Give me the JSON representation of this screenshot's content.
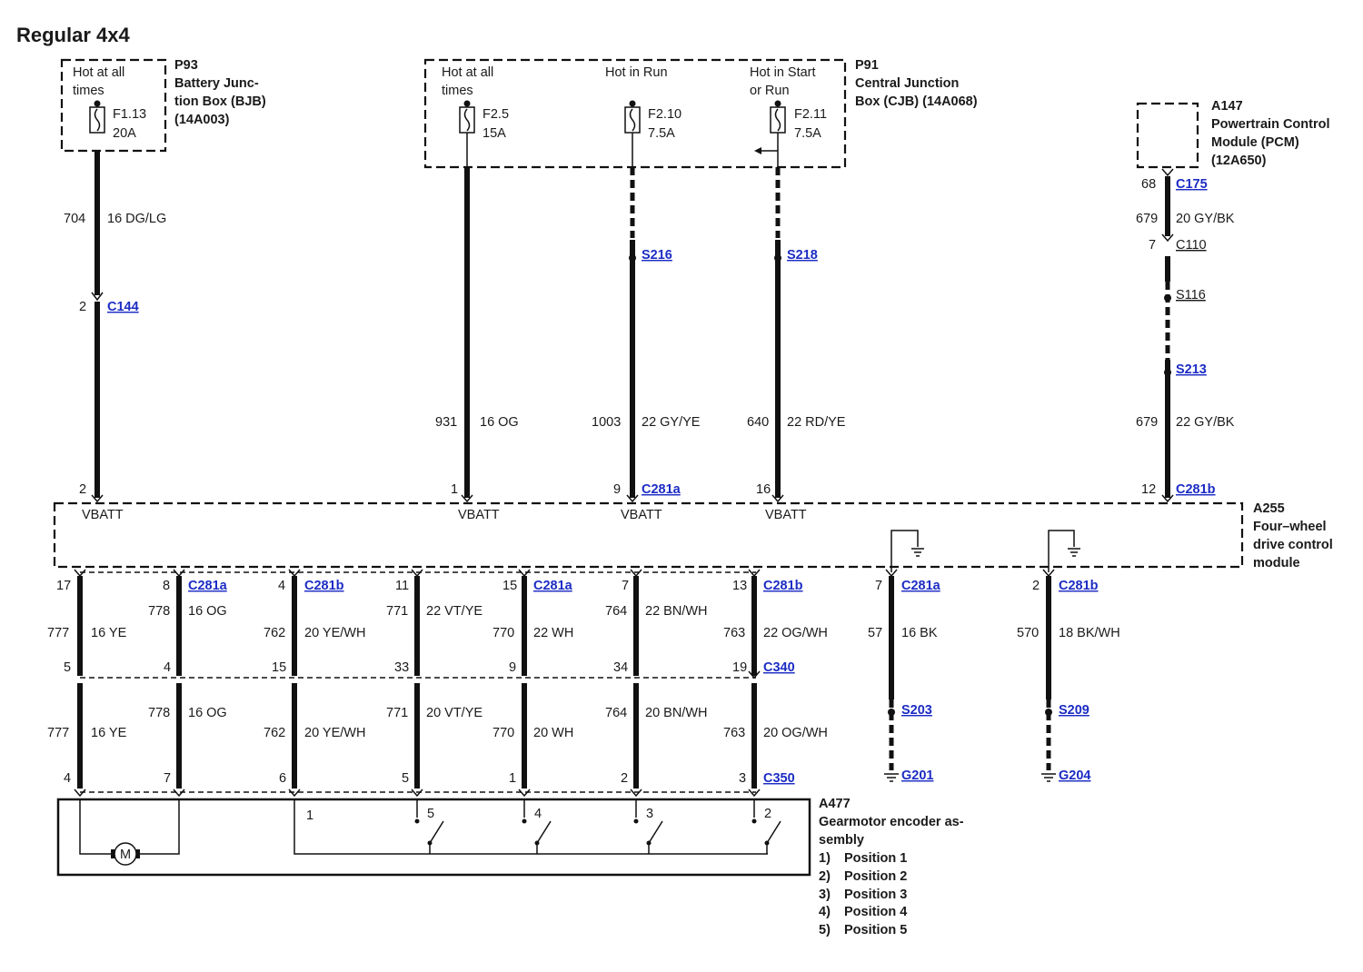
{
  "title": "Regular 4x4",
  "p93": {
    "id": "P93",
    "name1": "Battery Junc-",
    "name2": "tion Box (BJB)",
    "name3": "(14A003)",
    "hot1": "Hot at all",
    "hot2": "times",
    "fuse": "F1.13",
    "amps": "20A"
  },
  "p91": {
    "id": "P91",
    "name1": "Central Junction",
    "name2": "Box (CJB) (14A068)",
    "hot_a1": "Hot at all",
    "hot_a2": "times",
    "hot_b": "Hot in Run",
    "hot_c1": "Hot in Start",
    "hot_c2": "or Run",
    "fuse_a": "F2.5",
    "amps_a": "15A",
    "fuse_b": "F2.10",
    "amps_b": "7.5A",
    "fuse_c": "F2.11",
    "amps_c": "7.5A"
  },
  "a147": {
    "id": "A147",
    "name1": "Powertrain Control",
    "name2": "Module (PCM)",
    "name3": "(12A650)"
  },
  "a255": {
    "id": "A255",
    "name1": "Four–wheel",
    "name2": "drive control",
    "name3": "module",
    "vbatt": "VBATT"
  },
  "a477": {
    "id": "A477",
    "name1": "Gearmotor encoder as-",
    "name2": "sembly",
    "motor": "M",
    "legend": [
      {
        "num": "1)",
        "text": "Position 1"
      },
      {
        "num": "2)",
        "text": "Position 2"
      },
      {
        "num": "3)",
        "text": "Position 3"
      },
      {
        "num": "4)",
        "text": "Position 4"
      },
      {
        "num": "5)",
        "text": "Position 5"
      }
    ],
    "pins": {
      "p1": "1",
      "p5": "5",
      "p4": "4",
      "p3": "3",
      "p2": "2"
    }
  },
  "top_wires": {
    "w704": {
      "circuit": "704",
      "spec": "16 DG/LG",
      "pin_top": "2",
      "conn_top": "C144",
      "pin_bottom": "2"
    },
    "w931": {
      "circuit": "931",
      "spec": "16 OG",
      "pin_bottom": "1"
    },
    "w1003": {
      "circuit": "1003",
      "spec": "22 GY/YE",
      "splice": "S216",
      "pin_bottom": "9",
      "conn_bottom": "C281a"
    },
    "w640": {
      "circuit": "640",
      "spec": "22 RD/YE",
      "splice": "S218",
      "pin_bottom": "16"
    },
    "w679": {
      "pin_top": "68",
      "conn_top": "C175",
      "circuit_a": "679",
      "spec_a": "20 GY/BK",
      "pin_mid": "7",
      "conn_mid": "C110",
      "splice_a": "S116",
      "splice_b": "S213",
      "circuit_b": "679",
      "spec_b": "22 GY/BK",
      "pin_bottom": "12",
      "conn_bottom": "C281b"
    }
  },
  "bottom_wires": {
    "w777": {
      "pin_top": "17",
      "circuit": "777",
      "spec_upper": "16 YE",
      "pin_mid": "5",
      "spec_lower": "16 YE",
      "pin_bottom": "4"
    },
    "w778": {
      "pin_top": "8",
      "conn_top": "C281a",
      "circuit": "778",
      "spec_upper": "16 OG",
      "pin_mid": "4",
      "spec_lower": "16 OG",
      "pin_bottom": "7"
    },
    "w762": {
      "pin_top": "4",
      "conn_top": "C281b",
      "circuit": "762",
      "spec_upper": "20 YE/WH",
      "pin_mid": "15",
      "spec_lower": "20 YE/WH",
      "pin_bottom": "6"
    },
    "w771": {
      "pin_top": "11",
      "circuit": "771",
      "spec_upper": "22 VT/YE",
      "pin_mid": "33",
      "spec_lower": "20 VT/YE",
      "pin_bottom": "5"
    },
    "w770": {
      "pin_top": "15",
      "conn_top": "C281a",
      "circuit": "770",
      "spec_upper": "22 WH",
      "pin_mid": "9",
      "spec_lower": "20 WH",
      "pin_bottom": "1"
    },
    "w764": {
      "pin_top": "7",
      "circuit": "764",
      "spec_upper": "22 BN/WH",
      "pin_mid": "34",
      "spec_lower": "20 BN/WH",
      "pin_bottom": "2"
    },
    "w763": {
      "pin_top": "13",
      "conn_top": "C281b",
      "circuit": "763",
      "spec_upper": "22 OG/WH",
      "pin_mid": "19",
      "conn_mid": "C340",
      "spec_lower": "20 OG/WH",
      "pin_bottom": "3",
      "conn_bottom": "C350"
    },
    "w57": {
      "pin_top": "7",
      "conn_top": "C281a",
      "circuit": "57",
      "spec": "16 BK",
      "splice": "S203",
      "ground": "G201"
    },
    "w570": {
      "pin_top": "2",
      "conn_top": "C281b",
      "circuit": "570",
      "spec": "18 BK/WH",
      "splice": "S209",
      "ground": "G204"
    }
  }
}
